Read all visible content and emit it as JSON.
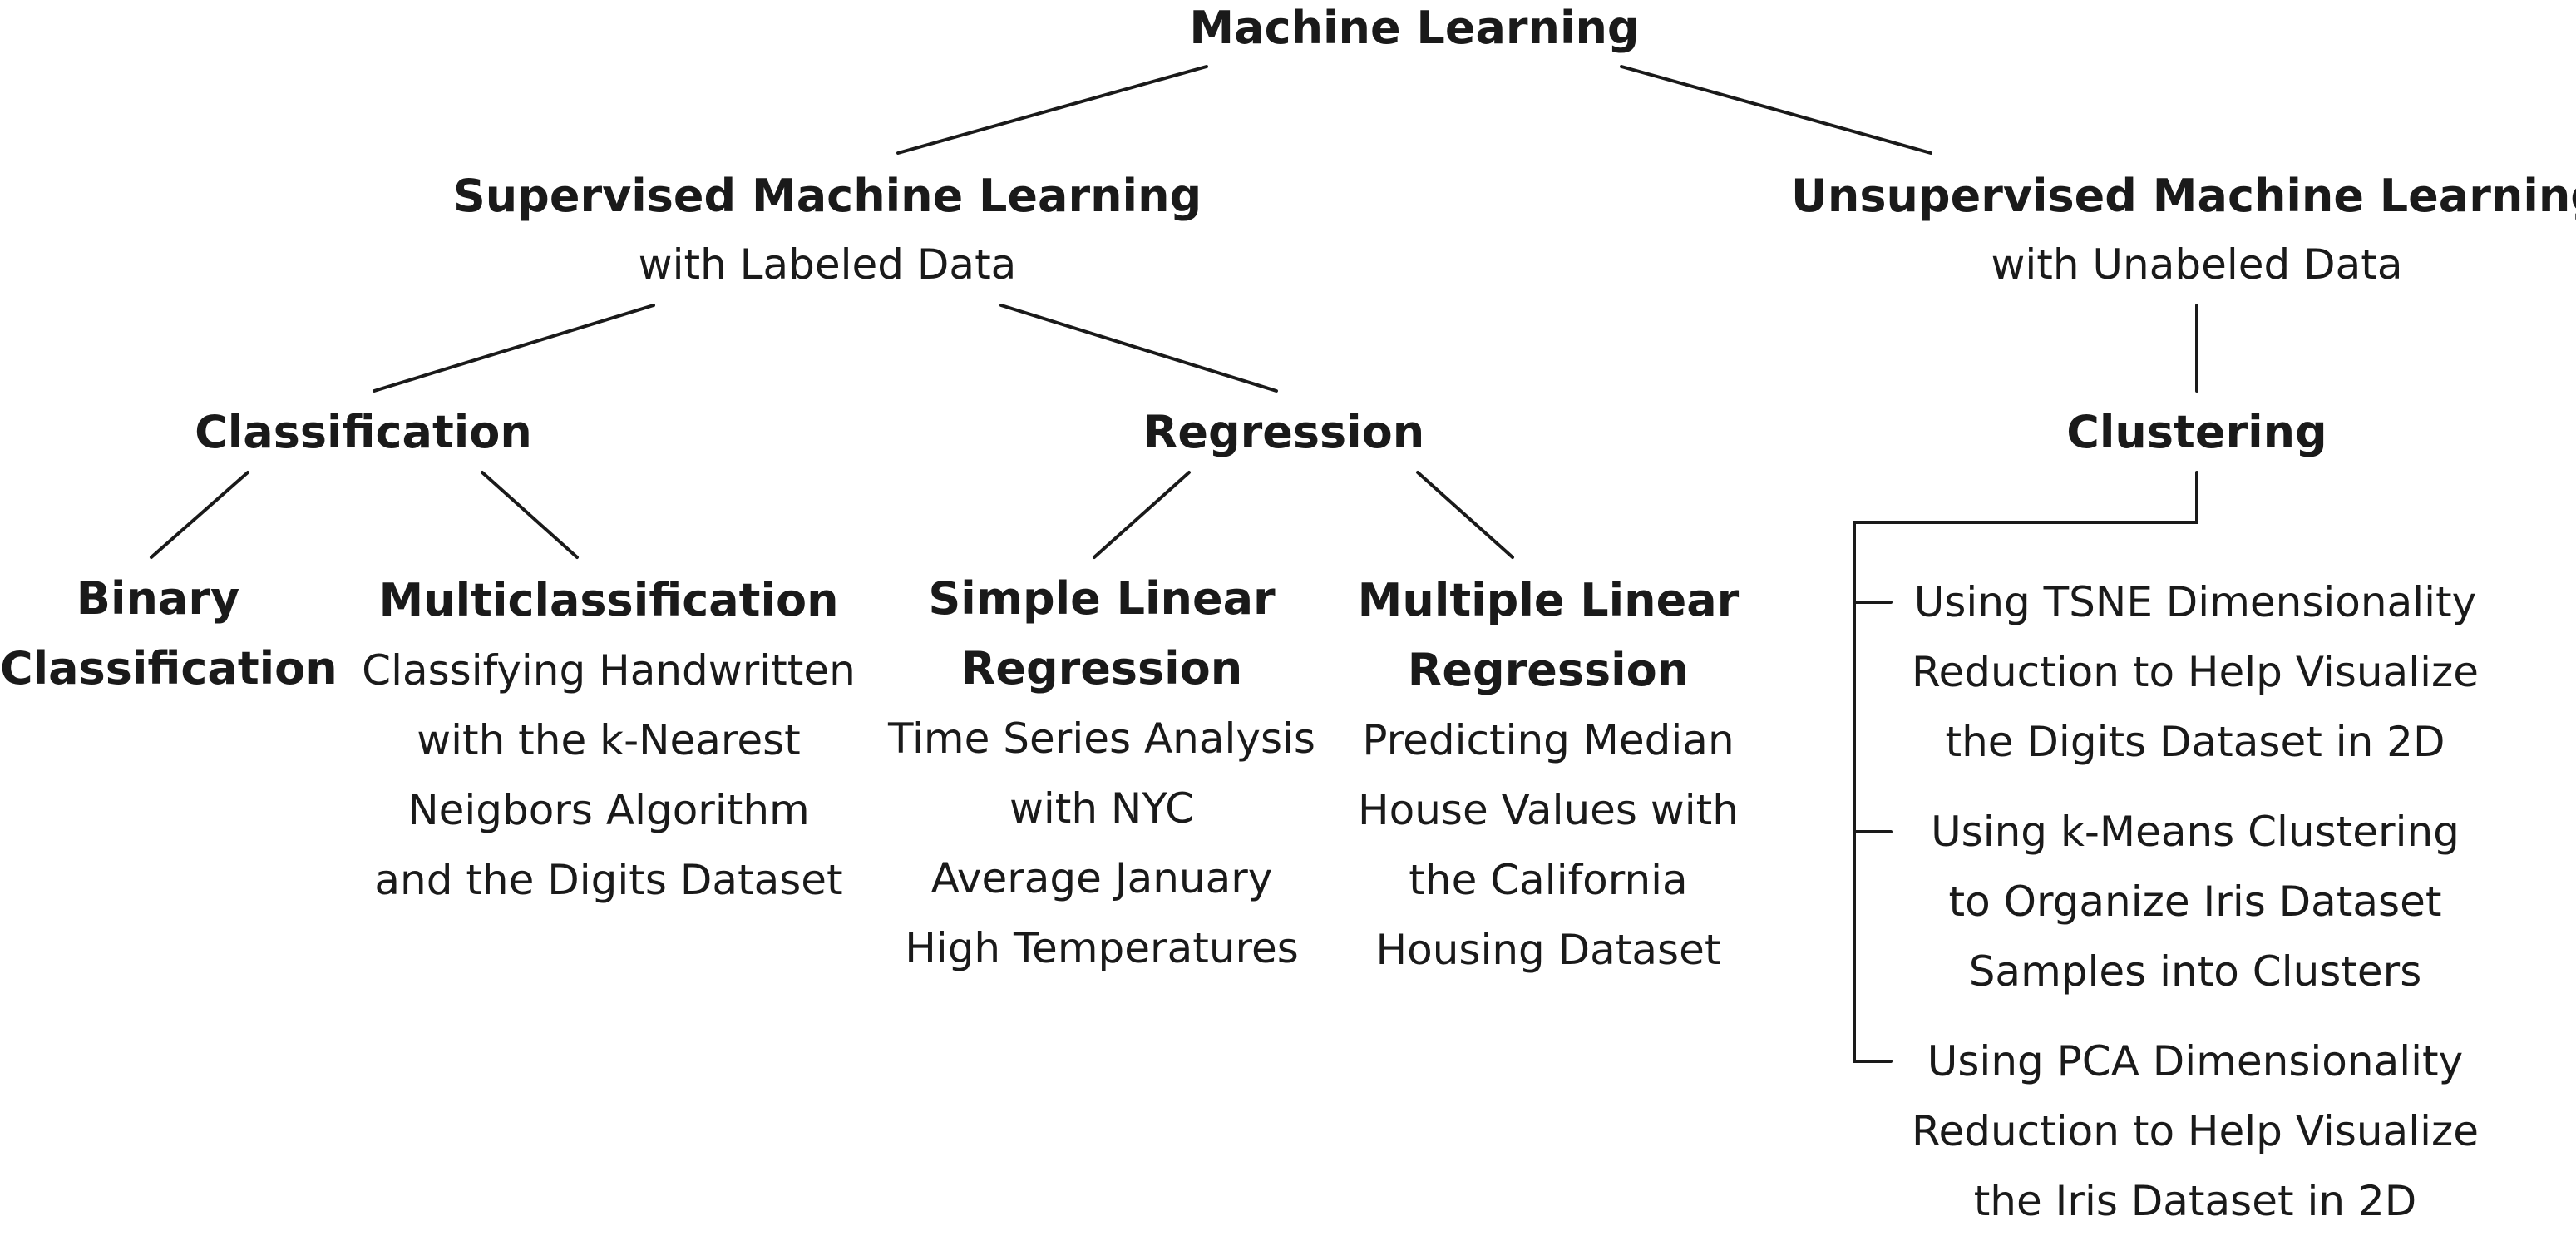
{
  "root": {
    "title": "Machine Learning"
  },
  "supervised": {
    "title": "Supervised Machine Learning",
    "subtitle": "with Labeled Data",
    "classification": {
      "title": "Classification",
      "binary": {
        "title_lines": [
          "Binary",
          "Classification"
        ]
      },
      "multi": {
        "title": "Multiclassification",
        "desc_lines": [
          "Classifying Handwritten",
          "with the k-Nearest",
          "Neigbors Algorithm",
          "and the Digits Dataset"
        ]
      }
    },
    "regression": {
      "title": "Regression",
      "simple": {
        "title_lines": [
          "Simple Linear",
          "Regression"
        ],
        "desc_lines": [
          "Time Series Analysis",
          "with NYC",
          "Average January",
          "High Temperatures"
        ]
      },
      "multiple": {
        "title_lines": [
          "Multiple Linear",
          "Regression"
        ],
        "desc_lines": [
          "Predicting Median",
          "House Values with",
          "the California",
          "Housing Dataset"
        ]
      }
    }
  },
  "unsupervised": {
    "title": "Unsupervised Machine Learning",
    "subtitle": "with Unabeled Data",
    "clustering": {
      "title": "Clustering",
      "items": [
        {
          "lines": [
            "Using TSNE Dimensionality",
            "Reduction to Help Visualize",
            "the Digits Dataset in 2D"
          ]
        },
        {
          "lines": [
            "Using k-Means Clustering",
            "to Organize Iris Dataset",
            "Samples into Clusters"
          ]
        },
        {
          "lines": [
            "Using PCA Dimensionality",
            "Reduction to Help Visualize",
            "the Iris Dataset in 2D"
          ]
        }
      ]
    }
  }
}
